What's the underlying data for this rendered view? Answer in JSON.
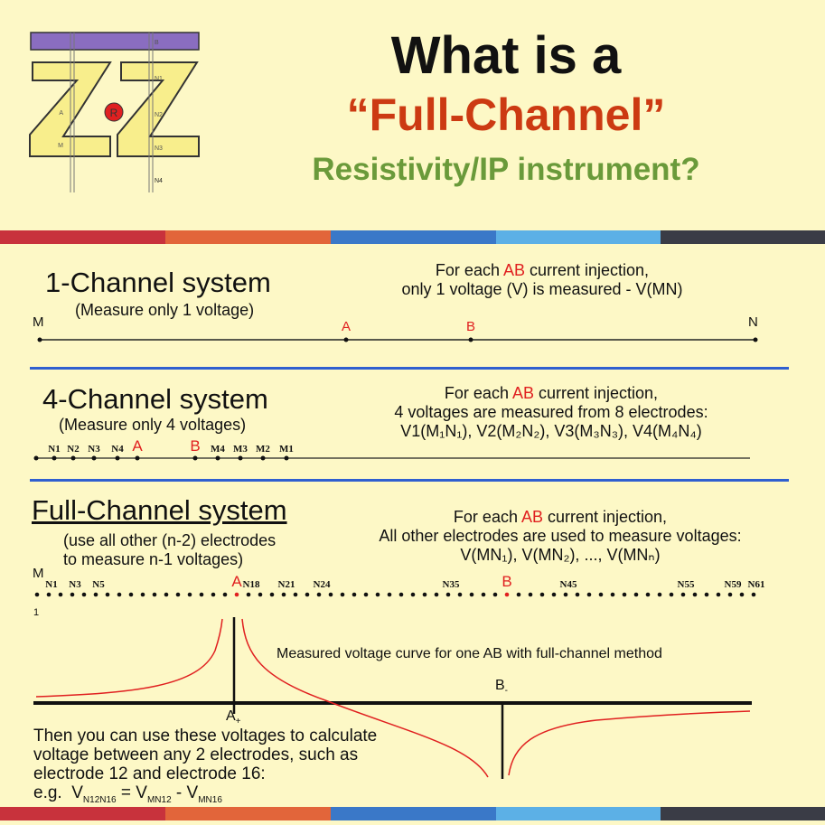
{
  "logo": {
    "labels": [
      "B",
      "N1",
      "A",
      "N2",
      "M",
      "N3",
      "N4"
    ],
    "badge": "R"
  },
  "title": {
    "line1": "What is a",
    "line2": "“Full-Channel”",
    "line3": "Resistivity/IP instrument?"
  },
  "colors": {
    "background": "#fdf8c6",
    "stripes": [
      "#c8323c",
      "#e2653a",
      "#3a78c8",
      "#5cb0e6",
      "#3a3c46"
    ],
    "title_red": "#cc3a12",
    "title_green": "#6a9a3a",
    "accent_red": "#e02020",
    "separator": "#2f5fd0"
  },
  "one_channel": {
    "heading": "1-Channel system",
    "subheading": "(Measure only 1 voltage)",
    "desc_pre": "For each ",
    "desc_ab": "AB",
    "desc_post": " current injection,",
    "desc_line2": "only 1 voltage (V) is measured - V(MN)",
    "electrodes": {
      "M": "M",
      "A": "A",
      "B": "B",
      "N": "N"
    }
  },
  "four_channel": {
    "heading": "4-Channel system",
    "subheading": "(Measure only 4 voltages)",
    "desc_pre": "For each ",
    "desc_ab": "AB",
    "desc_post": " current injection,",
    "desc_line2": "4 voltages are measured from 8 electrodes:",
    "desc_line3": "V1(M₁N₁), V2(M₂N₂), V3(M₃N₃), V4(M₄N₄)",
    "electrodes": [
      "N1",
      "N2",
      "N3",
      "N4",
      "A",
      "B",
      "M4",
      "M3",
      "M2",
      "M1"
    ]
  },
  "full_channel": {
    "heading": "Full-Channel system",
    "subheading1": "(use all other (n-2) electrodes",
    "subheading2": "to measure n-1 voltages)",
    "desc_pre": "For each ",
    "desc_ab": "AB",
    "desc_post": " current injection,",
    "desc_line2": "All other electrodes are used to measure voltages:",
    "desc_line3": "V(MN₁), V(MN₂), ..., V(MNₙ)",
    "start_label": "M",
    "start_sub": "1",
    "electrode_count": 62,
    "a_index": 17,
    "b_index": 40,
    "electrodes": [
      "N1",
      "N3",
      "N5",
      "A",
      "N18",
      "N21",
      "N24",
      "N35",
      "B",
      "N45",
      "N55",
      "N59",
      "N61"
    ]
  },
  "curve": {
    "caption": "Measured voltage curve for one AB with full-channel method",
    "a_label": "A",
    "a_sign": "+",
    "b_label": "B",
    "b_sign": "-"
  },
  "conclusion": {
    "line1": "Then you can use these voltages to calculate",
    "line2": "voltage between any 2 electrodes, such as",
    "line3": "electrode 12 and electrode 16:",
    "eg": "e.g.  V",
    "s1": "N12N16",
    "eq": " = V",
    "s2": "MN12",
    "minus": " - V",
    "s3": "MN16"
  }
}
